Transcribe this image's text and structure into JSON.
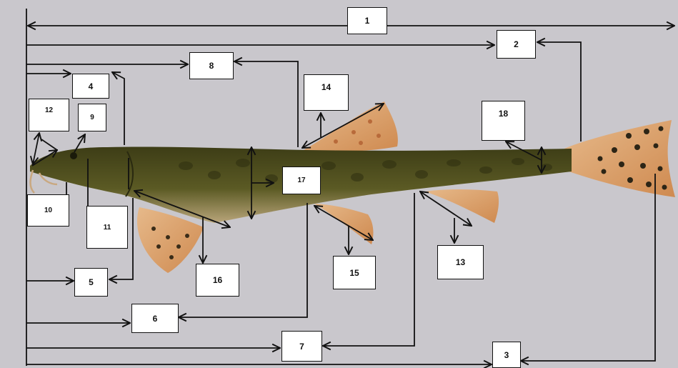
{
  "figure": {
    "labels": [
      {
        "id": 1,
        "text": "1"
      },
      {
        "id": 2,
        "text": "2"
      },
      {
        "id": 3,
        "text": "3"
      },
      {
        "id": 4,
        "text": "4"
      },
      {
        "id": 5,
        "text": "5"
      },
      {
        "id": 6,
        "text": "6"
      },
      {
        "id": 7,
        "text": "7"
      },
      {
        "id": 8,
        "text": "8"
      },
      {
        "id": 9,
        "text": "9"
      },
      {
        "id": 10,
        "text": "10"
      },
      {
        "id": 11,
        "text": "11"
      },
      {
        "id": 12,
        "text": "12"
      },
      {
        "id": 13,
        "text": "13"
      },
      {
        "id": 14,
        "text": "14"
      },
      {
        "id": 15,
        "text": "15"
      },
      {
        "id": 16,
        "text": "16"
      },
      {
        "id": 17,
        "text": "17"
      },
      {
        "id": 18,
        "text": "18"
      }
    ],
    "colors": {
      "background": "#c9c7cc",
      "lines": "#111111",
      "fish_body": "#4f4e1e",
      "fish_belly": "#c9b48a",
      "fins": "#d9a06a",
      "fin_spots": "#2c2516"
    }
  }
}
